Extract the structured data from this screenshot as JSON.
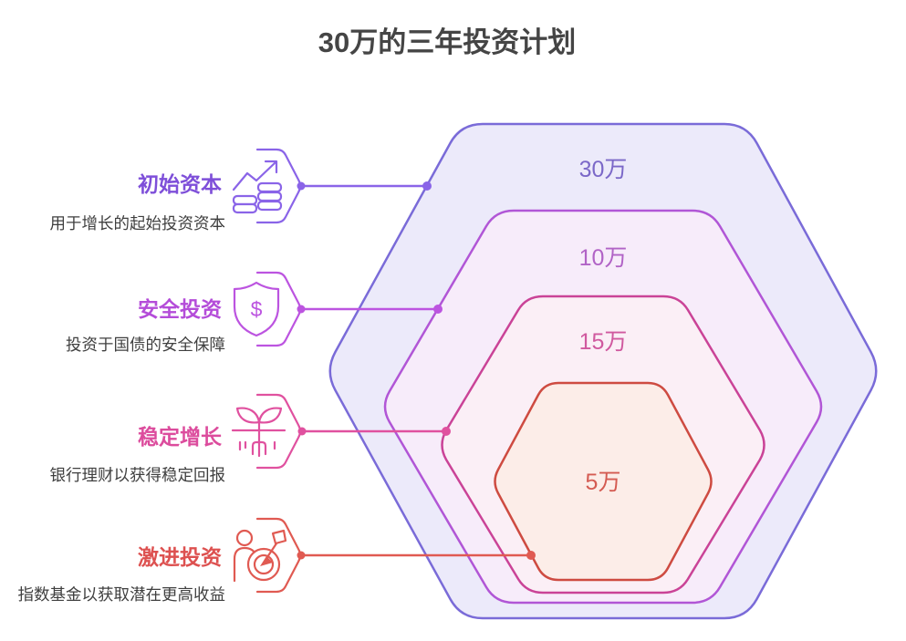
{
  "title": "30万的三年投资计划",
  "title_color": "#454545",
  "canvas_background": "#ffffff",
  "legend": {
    "description_color": "#3f3f3f",
    "items": [
      {
        "title": "初始资本",
        "description": "用于增长的起始投资资本",
        "title_color": "#7E4FD9",
        "accent_color": "#8A64E8",
        "icon": "growth-chart-coins-icon"
      },
      {
        "title": "安全投资",
        "description": "投资于国债的安全保障",
        "title_color": "#B44CD9",
        "accent_color": "#BC54E0",
        "icon": "shield-dollar-icon",
        "icon_glyph": "$"
      },
      {
        "title": "稳定增长",
        "description": "银行理财以获得稳定回报",
        "title_color": "#DC4C9D",
        "accent_color": "#E0519F",
        "icon": "seedling-icon"
      },
      {
        "title": "激进投资",
        "description": "指数基金以获取潜在更高收益",
        "title_color": "#DD5150",
        "accent_color": "#E05A52",
        "icon": "person-target-icon"
      }
    ]
  },
  "hexagons": [
    {
      "label": "30万",
      "stroke": "#7A6BD8",
      "fill": "#ECEAFA",
      "label_color": "#7B68C8"
    },
    {
      "label": "10万",
      "stroke": "#B156D6",
      "fill": "#F7ECFA",
      "label_color": "#B163C6"
    },
    {
      "label": "15万",
      "stroke": "#CA4397",
      "fill": "#FBEFF6",
      "label_color": "#D0599F"
    },
    {
      "label": "5万",
      "stroke": "#CE4B41",
      "fill": "#FCEDE8",
      "label_color": "#D45B52"
    }
  ]
}
